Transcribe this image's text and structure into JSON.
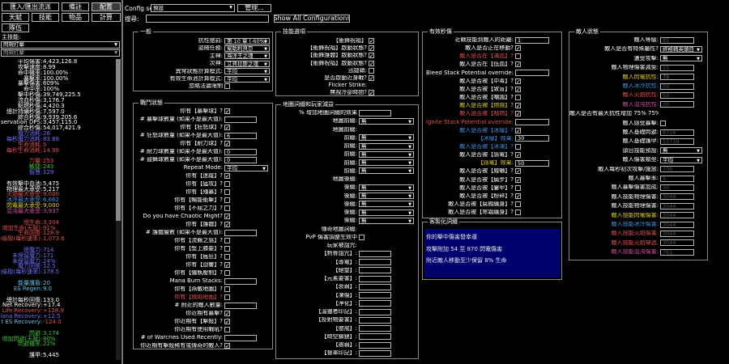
{
  "tabs": {
    "import_export": "匯入/匯出流派",
    "notes": "備註",
    "config": "配置",
    "tree": "天賦",
    "skills": "技能",
    "items": "物品",
    "calcs": "計算",
    "party": "隊伍"
  },
  "main_skill": {
    "label": "主技能:",
    "value": "閃現打擊",
    "sub_value": "閃現打擊"
  },
  "stats": [
    {
      "label": "平均傷害",
      "value": "4,423,126.8",
      "color": "#ffffff"
    },
    {
      "label": "攻擊速度",
      "value": "8.99",
      "color": "#ffffff"
    },
    {
      "label": "命中機率",
      "value": "100.00%",
      "color": "#ffffff"
    },
    {
      "label": "暴擊率",
      "value": "100.00%",
      "color": "#ffffff"
    },
    {
      "label": "暴擊傷害",
      "value": "609%",
      "color": "#ffffff"
    },
    {
      "label": "命中率",
      "value": "100%",
      "color": "#ffffff"
    },
    {
      "label": "擊中秒傷",
      "value": "39,749,225.5",
      "color": "#ffffff"
    },
    {
      "label": "流血秒傷",
      "value": "3,176.7",
      "color": "#ffffff"
    },
    {
      "label": "點燃秒傷",
      "value": "4,420.3",
      "color": "#ffffff"
    },
    {
      "label": "總計持續秒傷",
      "value": "7,597.0",
      "color": "#ffffff"
    },
    {
      "label": "綜合秒傷",
      "value": "9,939,205.6",
      "color": "#ffffff"
    },
    {
      "label": "Reservation DPS",
      "value": "3,457,115.0",
      "color": "#ffffff"
    },
    {
      "label": "綜合秒傷",
      "value": "54,017,421.9",
      "color": "#ffffff"
    },
    {
      "label": "魔力消耗",
      "value": "28",
      "color": "#7070ff"
    },
    {
      "label": "每秒魔力消耗",
      "value": "83.88",
      "color": "#7070ff"
    },
    {
      "label": "生命消耗",
      "value": "5",
      "color": "#e05050"
    },
    {
      "label": "每秒生命消耗",
      "value": "14.98",
      "color": "#e05050"
    },
    {
      "label": "",
      "value": "",
      "color": "#ffffff"
    },
    {
      "label": "力量",
      "value": "253",
      "color": "#e05050"
    },
    {
      "label": "敏捷",
      "value": "243",
      "color": "#40c040"
    },
    {
      "label": "智慧",
      "value": "129",
      "color": "#7070ff"
    },
    {
      "label": "",
      "value": "",
      "color": "#ffffff"
    },
    {
      "label": "有效擊中血池",
      "value": "5,475",
      "color": "#ffffff"
    },
    {
      "label": "物理最大承受",
      "value": "5,217",
      "color": "#ffffff"
    },
    {
      "label": "火焰最大承受",
      "value": "9,000",
      "color": "#e05050"
    },
    {
      "label": "冰冷最大承受",
      "value": "6,662",
      "color": "#4090e0"
    },
    {
      "label": "閃電最大承受",
      "value": "9,000",
      "color": "#e0d020"
    },
    {
      "label": "混沌最大承受",
      "value": "3,937",
      "color": "#d050a0"
    },
    {
      "label": "",
      "value": "",
      "color": "#ffffff"
    },
    {
      "label": "總生命",
      "value": "3,304",
      "color": "#e05050"
    },
    {
      "label": "增加生命(天賦)",
      "value": "91%",
      "color": "#e05050"
    },
    {
      "label": "生命回復",
      "value": "128.9",
      "color": "#e05050"
    },
    {
      "label": "生命偷取(每秒速率)",
      "value": "1,073.6",
      "color": "#e05050"
    },
    {
      "label": "",
      "value": "",
      "color": "#ffffff"
    },
    {
      "label": "總魔力",
      "value": "714",
      "color": "#7070ff"
    },
    {
      "label": "未保留魔力",
      "value": "171",
      "color": "#7070ff"
    },
    {
      "label": "未保留魔力",
      "value": "24%",
      "color": "#7070ff"
    },
    {
      "label": "魔力回復",
      "value": "12.5",
      "color": "#7070ff"
    },
    {
      "label": "魔力偷取(每秒速率)",
      "value": "178.5",
      "color": "#7070ff"
    },
    {
      "label": "",
      "value": "",
      "color": "#ffffff"
    },
    {
      "label": "能量護盾",
      "value": "20",
      "color": "#60c0e0"
    },
    {
      "label": "ES Regen",
      "value": "9.0",
      "color": "#60c0e0"
    },
    {
      "label": "",
      "value": "",
      "color": "#ffffff"
    },
    {
      "label": "總計每秒回復",
      "value": "133.0",
      "color": "#ffffff"
    },
    {
      "label": "Total Net Recovery",
      "value": "+17.4",
      "color": "#ffffff"
    },
    {
      "label": "Net Life Recovery",
      "value": "+128.9",
      "color": "#e05050"
    },
    {
      "label": "Net Mana Recovery",
      "value": "+12.5",
      "color": "#7070ff"
    },
    {
      "label": "Net ES Recovery",
      "value": "-124.0",
      "color": "#60c0e0",
      "value_color": "#e05050"
    },
    {
      "label": "",
      "value": "",
      "color": "#ffffff"
    },
    {
      "label": "閃避",
      "value": "3,174",
      "color": "#40c040"
    },
    {
      "label": "增加閃避(天賦)",
      "value": "80%",
      "color": "#40c040"
    },
    {
      "label": "閃避機率",
      "value": "22%",
      "color": "#40c040"
    },
    {
      "label": "",
      "value": "",
      "color": "#ffffff"
    },
    {
      "label": "護甲",
      "value": "5,445",
      "color": "#ffffff"
    }
  ],
  "config": {
    "label": "Config set:",
    "value": "預設",
    "manage": "管理...",
    "search_label": "搜尋:",
    "show_all": "Show All Configurations"
  },
  "general": {
    "title": "一般",
    "rows": [
      {
        "label": "抗性懲罰:",
        "type": "drop",
        "value": "第 10 章 (-60%)"
      },
      {
        "label": "盜賊任務:",
        "type": "drop",
        "value": "幫助利貝亞"
      },
      {
        "label": "主神:",
        "type": "drop",
        "value": "海洋王之魂"
      },
      {
        "label": "次神:",
        "type": "drop",
        "value": "艾貝拉斯之魂"
      },
      {
        "label": "異常狀態計算模式:",
        "type": "drop",
        "value": "平均"
      },
      {
        "label": "有效生命池計算模式:",
        "type": "drop",
        "value": "平均"
      },
      {
        "label": "忽略法寶限制",
        "type": "chk",
        "checked": false
      }
    ]
  },
  "skills": {
    "title": "技能選項",
    "rows": [
      {
        "label": "【衝鋒祝福】",
        "type": "chk",
        "checked": true
      },
      {
        "label": "【衝鋒祝福】啟動狀態?",
        "type": "chk",
        "checked": true
      },
      {
        "label": "【衝鋒護體】啟動狀態?",
        "type": "chk",
        "checked": true
      },
      {
        "label": "【衝鋒祝福】啟動狀態?",
        "type": "chk",
        "checked": true
      },
      {
        "label": "迅捷鞘:",
        "type": "chk",
        "checked": false
      },
      {
        "label": "是否啟動近身戰?",
        "type": "chk",
        "checked": true
      },
      {
        "label": "Flicker Strike:",
        "type": "none"
      },
      {
        "label": "無視冷卻時間?",
        "type": "chk",
        "checked": true
      }
    ]
  },
  "map": {
    "title": "地圖詞綴和玩家減益",
    "rows": [
      {
        "label": "% 增加地圖詞綴的效果",
        "type": "inp"
      },
      {
        "label": "地圖前綴:",
        "type": "drop",
        "value": "無"
      },
      {
        "label": "地圖前綴:",
        "type": "none"
      },
      {
        "label": "前綴:",
        "type": "drop",
        "value": "無"
      },
      {
        "label": "前綴:",
        "type": "drop",
        "value": "無"
      },
      {
        "label": "前綴:",
        "type": "drop",
        "value": "無"
      },
      {
        "label": "前綴:",
        "type": "drop",
        "value": "無"
      },
      {
        "label": "前綴:",
        "type": "drop",
        "value": "無"
      },
      {
        "label": "地圖後綴:",
        "type": "none"
      },
      {
        "label": "後綴:",
        "type": "drop",
        "value": "無"
      },
      {
        "label": "後綴:",
        "type": "drop",
        "value": "無"
      },
      {
        "label": "後綴:",
        "type": "drop",
        "value": "無"
      },
      {
        "label": "後綴:",
        "type": "drop",
        "value": "無"
      },
      {
        "label": "後綴:",
        "type": "drop",
        "value": "無"
      },
      {
        "label": "傳奇地圖詞綴:",
        "type": "none"
      },
      {
        "label": "PvP 傷害調整生效中",
        "type": "chk",
        "checked": false
      },
      {
        "label": "玩家被詛咒:",
        "type": "none"
      },
      {
        "label": "【刺骨詛咒】:",
        "type": "inp"
      },
      {
        "label": "【導電】:",
        "type": "inp"
      },
      {
        "label": "【絕望】:",
        "type": "inp"
      },
      {
        "label": "【元素要害】:",
        "type": "inp"
      },
      {
        "label": "【衰弱】:",
        "type": "inp"
      },
      {
        "label": "【凍傷】:",
        "type": "inp"
      },
      {
        "label": "【淨化】:",
        "type": "inp"
      },
      {
        "label": "【溫獵者印記】:",
        "type": "inp"
      },
      {
        "label": "【投射物要害】:",
        "type": "inp"
      },
      {
        "label": "【懲戒】:",
        "type": "inp"
      },
      {
        "label": "【時空鎖鏈】:",
        "type": "inp"
      },
      {
        "label": "【肅弱】:",
        "type": "inp"
      },
      {
        "label": "【督軍印記】:",
        "type": "inp"
      }
    ]
  },
  "effective": {
    "title": "有效秒傷",
    "rows": [
      {
        "label": "近戰技能到敵人的距離:",
        "type": "inp",
        "value": "1"
      },
      {
        "label": "敵人是否正在移動?",
        "type": "chk",
        "checked": true
      },
      {
        "label": "敵人是否在【滿血】?",
        "type": "chk",
        "checked": false,
        "color": "#e05050"
      },
      {
        "label": "敵人是否在【低血】?",
        "type": "chk",
        "checked": true
      },
      {
        "label": "Bleed Stack Potential override:",
        "type": "inp"
      },
      {
        "label": "敵人是否被【中毒】?",
        "type": "chk",
        "checked": true
      },
      {
        "label": "敵人是否被【致盲】?",
        "type": "chk",
        "checked": true
      },
      {
        "label": "敵人是否被【嘲諷】?",
        "type": "chk",
        "checked": false
      },
      {
        "label": "敵人是否被【燃燒】?",
        "type": "chk",
        "checked": true,
        "color": "#e0d020"
      },
      {
        "label": "敵人是否被【點燃】?",
        "type": "chk",
        "checked": true,
        "color": "#e05050"
      },
      {
        "label": "Ignite Stack Potential override:",
        "type": "inp",
        "color": "#e05050"
      },
      {
        "label": "敵人是否被【冰緩】?",
        "type": "chk",
        "checked": true,
        "color": "#4090e0"
      },
      {
        "label": "【冰緩】效果:",
        "type": "inp",
        "value": "30",
        "color": "#4090e0"
      },
      {
        "label": "敵人是否被【冰凍】?",
        "type": "chk",
        "checked": false,
        "color": "#4090e0"
      },
      {
        "label": "敵人是否被【感電】?",
        "type": "chk",
        "checked": true
      },
      {
        "label": "【感電】效果:",
        "type": "inp",
        "value": "50",
        "color": "#e0d020"
      },
      {
        "label": "敵人是否被【威嚇】?",
        "type": "chk",
        "checked": true
      },
      {
        "label": "敵人是否被【瘸步】?",
        "type": "chk",
        "checked": true
      },
      {
        "label": "敵人是否被【鑿甲】?",
        "type": "chk",
        "checked": false
      },
      {
        "label": "敵人是否被【粉碎】?",
        "type": "chk",
        "checked": true
      },
      {
        "label": "敵人是否被【腐蝕纏身】?",
        "type": "chk",
        "checked": false
      },
      {
        "label": "敵人是否被【寒霜纏身】?",
        "type": "chk",
        "checked": false
      }
    ]
  },
  "combat": {
    "title": "戰鬥狀態",
    "rows": [
      {
        "label": "你有【暴擊球】?",
        "type": "chk",
        "checked": true
      },
      {
        "label": "# 暴擊球數量 (如果不是最大值):",
        "type": "inp"
      },
      {
        "label": "你有【狂怒球】?",
        "type": "chk",
        "checked": true
      },
      {
        "label": "# 狂怒球數量 (如果不是最大值):",
        "type": "inp",
        "value": "6"
      },
      {
        "label": "你有【耐力球】?",
        "type": "chk",
        "checked": true
      },
      {
        "label": "# 耐力球數量 (如果不是最大值):",
        "type": "inp",
        "value": "0"
      },
      {
        "label": "# 鼓舞球數量 (如果不是最大值):",
        "type": "inp",
        "value": "0"
      },
      {
        "label": "Repeat Mode:",
        "type": "drop",
        "value": "平均"
      },
      {
        "label": "你有【迷蹤】?",
        "type": "chk",
        "checked": true
      },
      {
        "label": "你有【猛攻】?",
        "type": "chk",
        "checked": false
      },
      {
        "label": "你有【殘暴】?",
        "type": "chk",
        "checked": false
      },
      {
        "label": "你有【暢能衝擊】?",
        "type": "chk",
        "checked": false
      },
      {
        "label": "你有【不屈之力】?",
        "type": "chk",
        "checked": false
      },
      {
        "label": "Do you have Chaotic Might?",
        "type": "chk",
        "checked": true
      },
      {
        "label": "你有【護體】?",
        "type": "chk",
        "checked": true
      },
      {
        "label": "# 護體層數 (如果不是最大值):",
        "type": "inp"
      },
      {
        "label": "你有【流觴之感】?",
        "type": "chk",
        "checked": false
      },
      {
        "label": "你有【堅上膝要】?",
        "type": "chk",
        "checked": false
      },
      {
        "label": "你有【瘋狂】?",
        "type": "chk",
        "checked": false
      },
      {
        "label": "你有【迴響】?",
        "type": "chk",
        "checked": true
      },
      {
        "label": "你有【偏執壓制】?",
        "type": "chk",
        "checked": false
      },
      {
        "label": "Mana Burn Stacks:",
        "type": "inp"
      },
      {
        "label": "你有【燕敏地圖】?",
        "type": "chk",
        "checked": false
      },
      {
        "label": "你有【燒焰地面】?",
        "type": "chk",
        "checked": false,
        "color": "#e05050"
      },
      {
        "label": "# 附近的敵人數量:",
        "type": "inp"
      },
      {
        "label": "你近期有暴擊?",
        "type": "chk",
        "checked": true
      },
      {
        "label": "你近期有【擊殺】?",
        "type": "chk",
        "checked": true
      },
      {
        "label": "你近期有使用戰吼?",
        "type": "chk",
        "checked": false
      },
      {
        "label": "# of Warcries Used Recently:",
        "type": "inp"
      },
      {
        "label": "你近期有擊殺稀有或傳奇的敵人?",
        "type": "chk",
        "checked": true
      }
    ]
  },
  "enemy": {
    "title": "敵人狀態",
    "rows": [
      {
        "label": "敵人等級:",
        "type": "inp",
        "value": "85",
        "color": "#ffffff",
        "vcolor": "#555"
      },
      {
        "label": "敵人是否有特殊屬性?",
        "type": "drop",
        "value": "終極精英頭目"
      },
      {
        "label": "遭受攻擊:",
        "type": "drop",
        "value": "無"
      },
      {
        "label": "敵人物理傷害減免:",
        "type": "inp",
        "value": "15",
        "vcolor": "#555"
      },
      {
        "label": "敵人閃電抗性:",
        "type": "inp",
        "value": "75",
        "color": "#e0d020",
        "vcolor": "#888"
      },
      {
        "label": "敵人冰冷抗性:",
        "type": "inp",
        "value": "50",
        "color": "#4090e0",
        "vcolor": "#555"
      },
      {
        "label": "敵人火焰抗性:",
        "type": "inp",
        "value": "50",
        "color": "#e05050",
        "vcolor": "#555"
      },
      {
        "label": "敵人混沌抗性:",
        "type": "inp",
        "value": "30",
        "color": "#d050a0",
        "vcolor": "#555"
      },
      {
        "label": "敵人是否有最大抗性增加 75% 75%",
        "type": "none"
      },
      {
        "label": "敵人感受暴擊:",
        "type": "chk",
        "checked": false
      },
      {
        "label": "敵人基礎閃避:",
        "type": "inp",
        "value": "8728",
        "vcolor": "#555"
      },
      {
        "label": "敵人基礎護甲:",
        "type": "inp",
        "value": "55739",
        "vcolor": "#555"
      },
      {
        "label": "頭目技能預設:",
        "type": "drop",
        "value": "無"
      },
      {
        "label": "敵人傷害類型:",
        "type": "drop",
        "value": "平均"
      },
      {
        "label": "敵人每秒初次攻擊/施放:",
        "type": "inp",
        "value": "700",
        "vcolor": "#555"
      },
      {
        "label": "敵人暴擊率:",
        "type": "inp",
        "value": "5",
        "vcolor": "#555"
      },
      {
        "label": "敵人暴擊傷害加成:",
        "type": "inp",
        "value": "30",
        "vcolor": "#555"
      },
      {
        "label": "敵人技能物理傷害:",
        "type": "inp",
        "value": "3044",
        "vcolor": "#555"
      },
      {
        "label": "敵人技能物理傷害:",
        "type": "inp",
        "value": "3044",
        "vcolor": "#555"
      },
      {
        "label": "敵人技能閃電傷害:",
        "type": "inp",
        "value": "3044",
        "color": "#e0d020",
        "vcolor": "#555"
      },
      {
        "label": "敵人技能冰冷傷害:",
        "type": "inp",
        "value": "3044",
        "color": "#4090e0",
        "vcolor": "#555"
      },
      {
        "label": "敵人技能火焰傷害:",
        "type": "inp",
        "value": "3044",
        "color": "#e05050",
        "vcolor": "#555"
      },
      {
        "label": "敵人技能火焰穿透:",
        "type": "inp",
        "value": "3044",
        "color": "#e05050",
        "vcolor": "#555"
      },
      {
        "label": "敵人技能混沌傷害:",
        "type": "inp",
        "value": "761",
        "color": "#d050a0",
        "vcolor": "#555"
      }
    ]
  },
  "calc_box": {
    "title": "客製化詞綴",
    "lines": [
      "你的擊中傷害發幸運",
      "攻擊附加 54 至 870 閃電傷害",
      "附近敵人移動至少保留 8% 生命"
    ]
  }
}
